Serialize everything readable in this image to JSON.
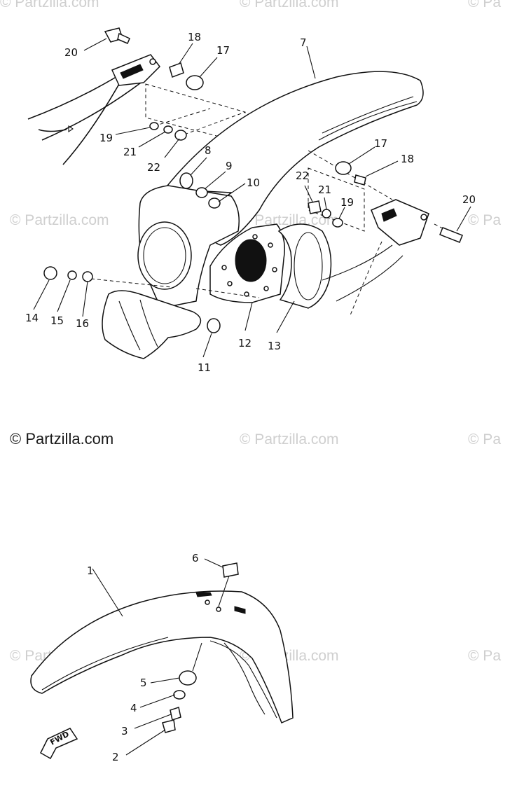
{
  "watermarks": {
    "plain": "© Partzilla.com",
    "prominent": "© Partzilla.com",
    "partial": "© Pa"
  },
  "direction_label": "FWD",
  "callouts": [
    "1",
    "2",
    "3",
    "4",
    "5",
    "6",
    "7",
    "8",
    "9",
    "10",
    "11",
    "12",
    "13",
    "14",
    "15",
    "16",
    "17",
    "18",
    "19",
    "20",
    "21",
    "22"
  ]
}
